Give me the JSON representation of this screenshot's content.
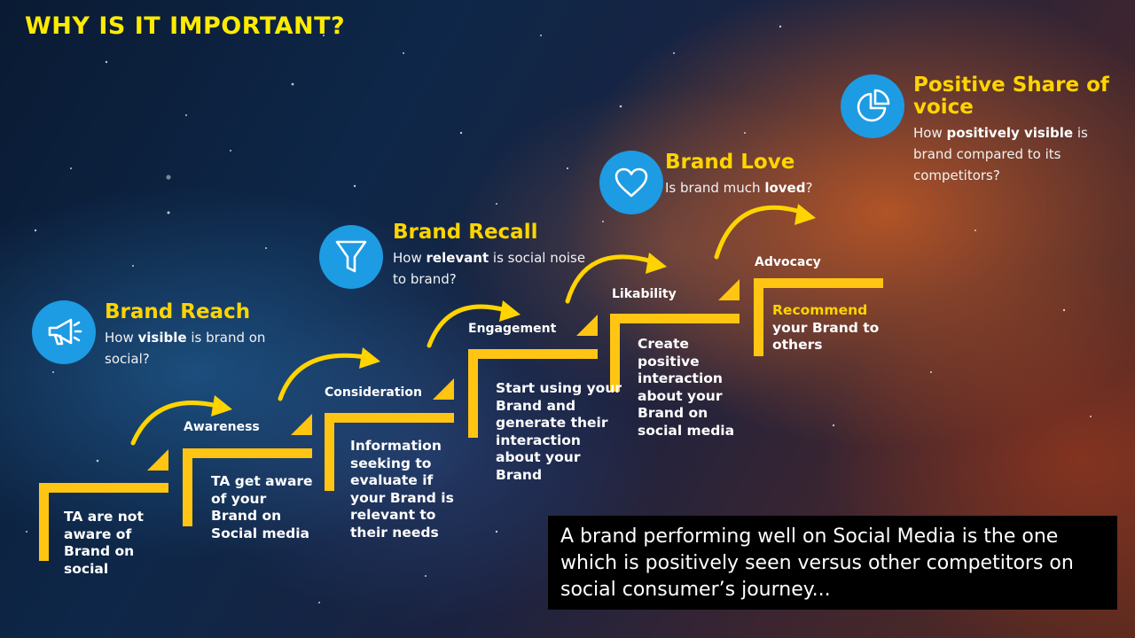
{
  "title": "WHY IS IT IMPORTANT?",
  "accent_color": "#ffd400",
  "icon_color": "#1d9be3",
  "metrics": [
    {
      "name": "Brand Reach",
      "desc_pre": "How ",
      "desc_bold": "visible",
      "desc_post": " is brand on social?",
      "icon": "megaphone-icon"
    },
    {
      "name": "Brand Recall",
      "desc_pre": "How ",
      "desc_bold": "relevant",
      "desc_post": " is social noise to brand?",
      "icon": "funnel-icon"
    },
    {
      "name": "Brand Love",
      "desc_pre": "Is brand much ",
      "desc_bold": "loved",
      "desc_post": "?",
      "icon": "heart-icon"
    },
    {
      "name": "Positive Share of voice",
      "desc_pre": "How ",
      "desc_bold": "positively visible",
      "desc_post": " is brand compared to its competitors?",
      "icon": "pie-chart-icon"
    }
  ],
  "stages": [
    {
      "label": "",
      "text": "TA are not aware of Brand on social"
    },
    {
      "label": "Awareness",
      "text": "TA get aware of your Brand on Social media"
    },
    {
      "label": "Consideration",
      "text": "Information seeking to evaluate if your Brand is relevant to their needs"
    },
    {
      "label": "Engagement",
      "text": "Start using your Brand and generate their interaction about your Brand"
    },
    {
      "label": "Likability",
      "text": "Create positive interaction about your Brand on social media"
    },
    {
      "label": "Advocacy",
      "text_highlight": "Recommend",
      "text": "your Brand to others"
    }
  ],
  "quote": "A brand performing well on Social Media is the one which is positively seen versus other competitors on social consumer’s journey..."
}
